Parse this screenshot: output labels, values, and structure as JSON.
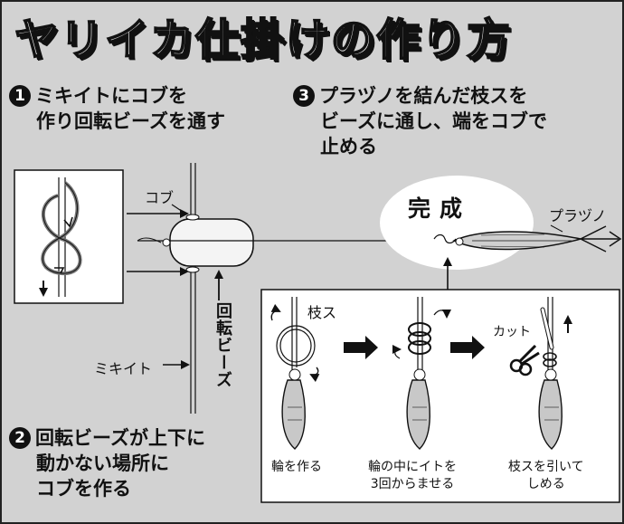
{
  "title": "ヤリイカ仕掛けの作り方",
  "steps": {
    "s1": {
      "num": "1",
      "line1": "ミキイトにコブを",
      "line2": "作り回転ビーズを通す"
    },
    "s2": {
      "num": "2",
      "line1": "回転ビーズが上下に",
      "line2": "動かない場所に",
      "line3": "コブを作る"
    },
    "s3": {
      "num": "3",
      "line1": "プラヅノを結んだ枝スを",
      "line2": "ビーズに通し、端をコブで",
      "line3": "止める"
    }
  },
  "labels": {
    "kobu": "コブ",
    "kaiten_beads": "回転ビーズ",
    "mikiito": "ミキイト",
    "kansei": "完成",
    "purazuno": "プラヅノ",
    "edasu": "枝ス",
    "cut": "カット"
  },
  "substeps": {
    "a": "輪を作る",
    "b1": "輪の中にイトを",
    "b2": "3回からませる",
    "c1": "枝スを引いて",
    "c2": "しめる"
  }
}
